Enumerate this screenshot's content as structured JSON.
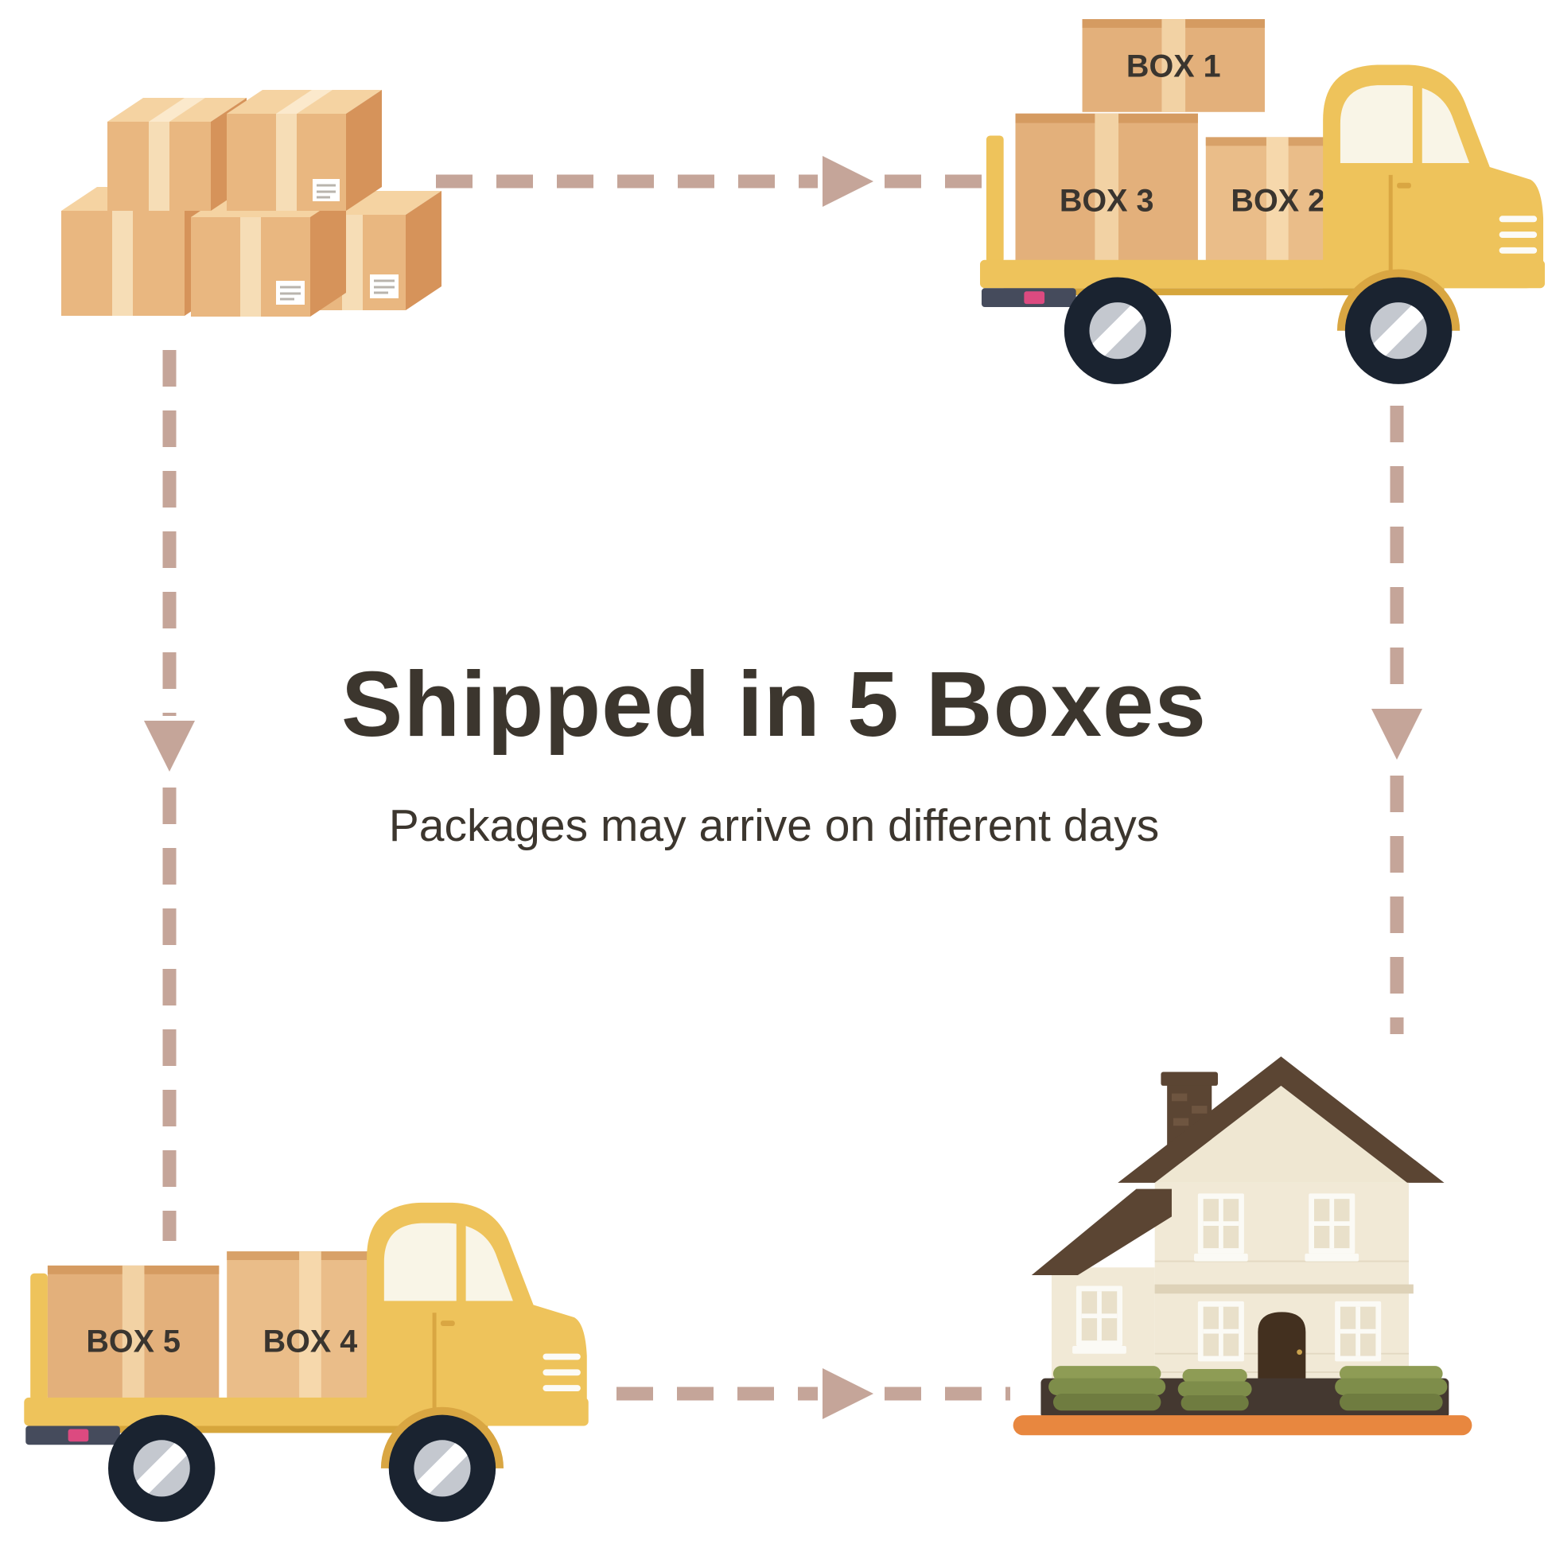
{
  "title": "Shipped in 5 Boxes",
  "subtitle": "Packages may arrive on different days",
  "box_labels": {
    "box1": "BOX 1",
    "box2": "BOX 2",
    "box3": "BOX 3",
    "box4": "BOX 4",
    "box5": "BOX 5"
  },
  "illustrations": {
    "warehouse": "cardboard-box-stack",
    "truck_top": "delivery-truck-with-boxes-1-2-3",
    "truck_bottom": "delivery-truck-with-boxes-4-5",
    "destination": "house"
  },
  "colors": {
    "background": "#ffffff",
    "arrow": "#c5a599",
    "title_text": "#3c362e",
    "truck_yellow": "#eec35b",
    "box_front": "#e8b67e",
    "box_tape": "#f4d6a8",
    "box_label_text": "#3a352f",
    "roof_brown": "#5b4533",
    "wall_cream": "#f1e9d6",
    "bush_green": "#7e8d4a",
    "ground_orange": "#e8873f",
    "taillight_pink": "#dc4a80",
    "tire_dark": "#1a2330"
  }
}
